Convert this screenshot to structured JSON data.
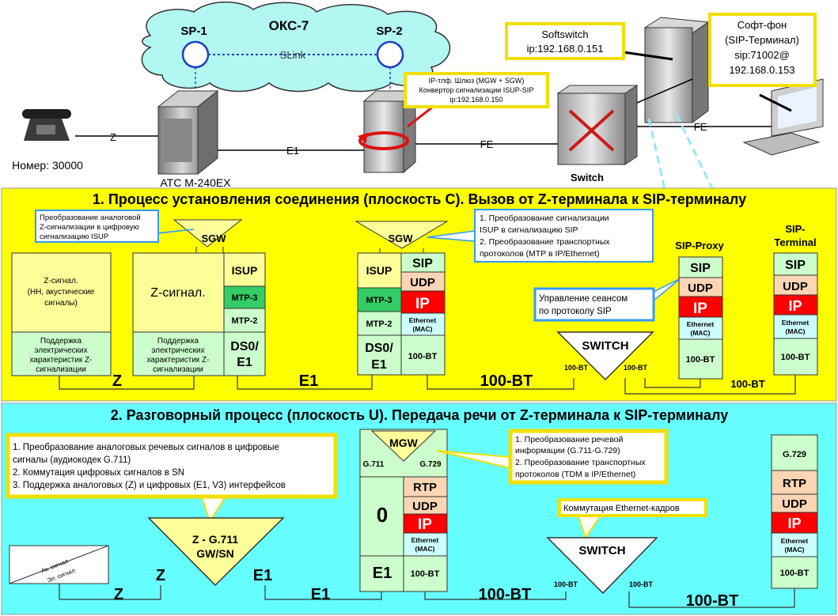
{
  "top": {
    "cloud_title": "ОКС-7",
    "sp1": "SP-1",
    "sp2": "SP-2",
    "slink": "SLink",
    "softswitch_l1": "Softswitch",
    "softswitch_l2": "ip:192.168.0.151",
    "softphone_l1": "Софт-фон",
    "softphone_l2": "(SIP-Терминал)",
    "softphone_l3": "sip:71002@",
    "softphone_l4": "192.168.0.153",
    "gw_l1": "IP-тлф. Шлюз (MGW + SGW)",
    "gw_l2": "Конвертор сигнализации ISUP-SIP",
    "gw_l3": "ip:192.168.0.150",
    "line_z": "Z",
    "line_e1": "E1",
    "line_fe1": "FE",
    "line_fe2": "FE",
    "phone_number": "Номер: 30000",
    "atc_label": "АТС М-240EX",
    "switch_label": "Switch"
  },
  "s1": {
    "title": "1. Процесс установления соединения (плоскость С). Вызов от Z-терминала к SIP-терминалу",
    "callout_sgw1": [
      "Преобразование аналоговой",
      "Z-сигнализации в цифровую",
      "сигнализацию ISUP"
    ],
    "callout_sgw2": [
      "1. Преобразование  сигнализации",
      "ISUP в сигнализацию SIP",
      "2. Преобразование транспортных",
      "протоколов (MTP в IP/Ethernet)"
    ],
    "callout_sip": [
      "Управление сеансом",
      "по протоколу SIP"
    ],
    "sgw": "SGW",
    "sgw2": "SGW",
    "sip_proxy": "SIP-Proxy",
    "sip_terminal_l1": "SIP-",
    "sip_terminal_l2": "Terminal",
    "zterm_top": [
      "Z-сигнал.",
      "(НН, акустические",
      "сигналы)"
    ],
    "zterm_bottom": [
      "Поддержка",
      "электрических",
      "характеристик Z-",
      "сигнализации"
    ],
    "atc_z": "Z-сигнал.",
    "atc_bottom": [
      "Поддержка",
      "электрических",
      "характеристик Z-",
      "сигнализации"
    ],
    "isup": "ISUP",
    "mtp3": "MTP-3",
    "mtp2": "MTP-2",
    "ds0": "DS0/",
    "e1": "E1",
    "isup2": "ISUP",
    "mtp3b": "MTP-3",
    "mtp2b": "MTP-2",
    "ds0b": "DS0/",
    "e1b": "E1",
    "sip": "SIP",
    "udp": "UDP",
    "ip": "IP",
    "eth1": "Ethernet",
    "eth2": "(MAC)",
    "bt": "100-BT",
    "sip_p": "SIP",
    "udp_p": "UDP",
    "ip_p": "IP",
    "eth1_p": "Ethernet",
    "eth2_p": "(MAC)",
    "bt_p": "100-BT",
    "sip_t": "SIP",
    "udp_t": "UDP",
    "ip_t": "IP",
    "eth1_t": "Ethernet",
    "eth2_t": "(MAC)",
    "bt_t": "100-BT",
    "switch": "SWITCH",
    "sw_bt_l": "100-BT",
    "sw_bt_r": "100-BT",
    "link_z": "Z",
    "link_e1": "E1",
    "link_bt": "100-BT",
    "link_bt2": "100-BT"
  },
  "s2": {
    "title": "2. Разговорный процесс  (плоскость U). Передача речи от Z-терминала к SIP-терминалу",
    "callout_left": [
      "1. Преобразование аналоговых речевых сигналов в цифровые",
      "сигналы (аудиокодек G.711)",
      "2. Коммутация цифровых сигналов в SN",
      "3. Поддержка аналоговых (Z) и цифровых (E1, V3) интерфейсов"
    ],
    "callout_mgw": [
      "1. Преобразование речевой",
      "информации (G.711-G.729)",
      "2. Преобразование транспортных",
      "протоколов (TDM в IP/Ethernet)"
    ],
    "callout_switch": "Коммутация Ethernet-кадров",
    "terminal_l1": "Ак. сигнал",
    "terminal_l2": "Эл. сигнал",
    "gwsn_l1": "Z - G.711",
    "gwsn_l2": "GW/SN",
    "gwsn_z": "Z",
    "gwsn_e1": "E1",
    "mgw": "MGW",
    "g711": "G.711",
    "g729": "G.729",
    "zero": "0",
    "e1": "E1",
    "rtp": "RTP",
    "udp": "UDP",
    "ip": "IP",
    "eth1": "Ethernet",
    "eth2": "(MAC)",
    "bt": "100-BT",
    "switch": "SWITCH",
    "sw_bt_l": "100-BT",
    "sw_bt_r": "100-BT",
    "t_g729": "G.729",
    "t_rtp": "RTP",
    "t_udp": "UDP",
    "t_ip": "IP",
    "t_eth1": "Ethernet",
    "t_eth2": "(MAC)",
    "t_bt": "100-BT",
    "link_z": "Z",
    "link_e1": "E1",
    "link_bt": "100-BT",
    "link_bt2": "100-BT"
  },
  "colors": {
    "yellow_band": "#FFFF00",
    "cyan_band": "#66FFFF",
    "cloud": "#B2F7F2",
    "green_cell": "#CCFFCC",
    "bright_green": "#33CC66",
    "orange_cell": "#FCD5B4",
    "red_cell": "#FF0000",
    "light_cyan_cell": "#CCFFFF",
    "pale_yellow": "#FFFF99",
    "callout_border": "#3399FF"
  }
}
